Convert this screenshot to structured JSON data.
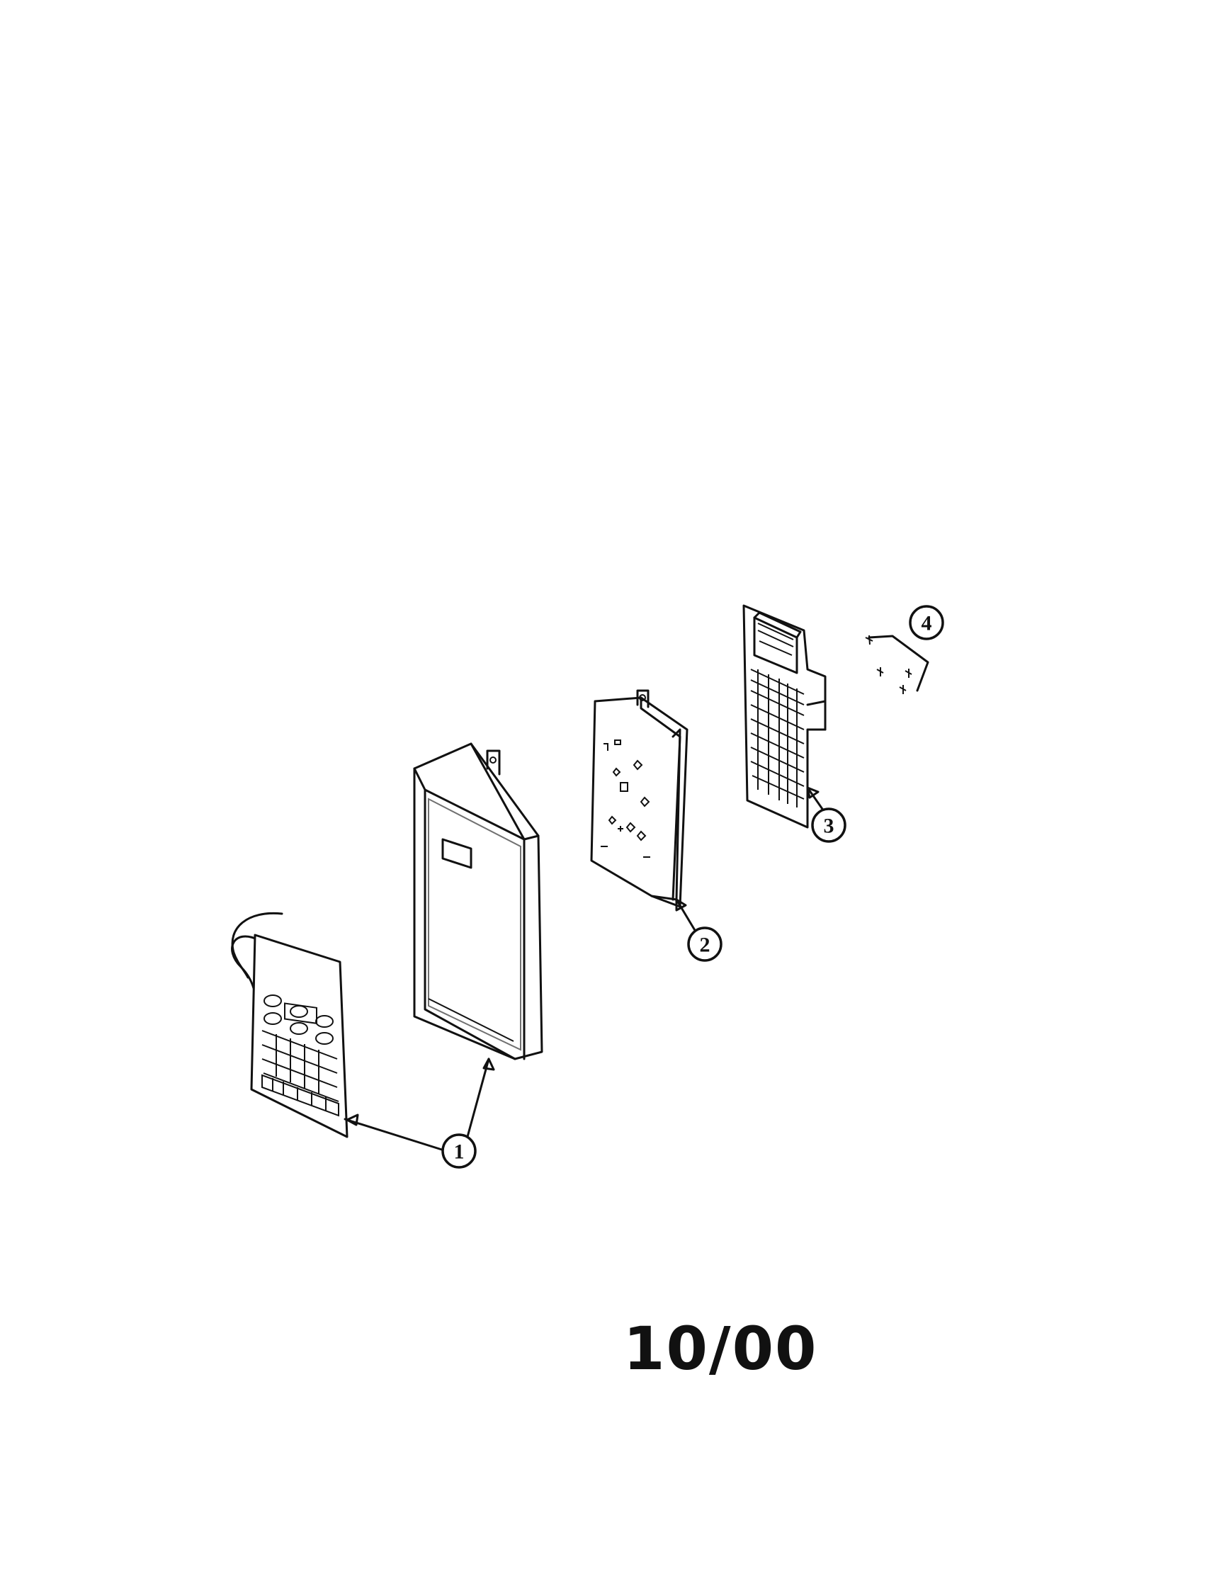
{
  "callouts": [
    {
      "id": "1",
      "label": "1"
    },
    {
      "id": "2",
      "label": "2"
    },
    {
      "id": "3",
      "label": "3"
    },
    {
      "id": "4",
      "label": "4"
    }
  ],
  "footer": {
    "date_code": "10/00"
  }
}
